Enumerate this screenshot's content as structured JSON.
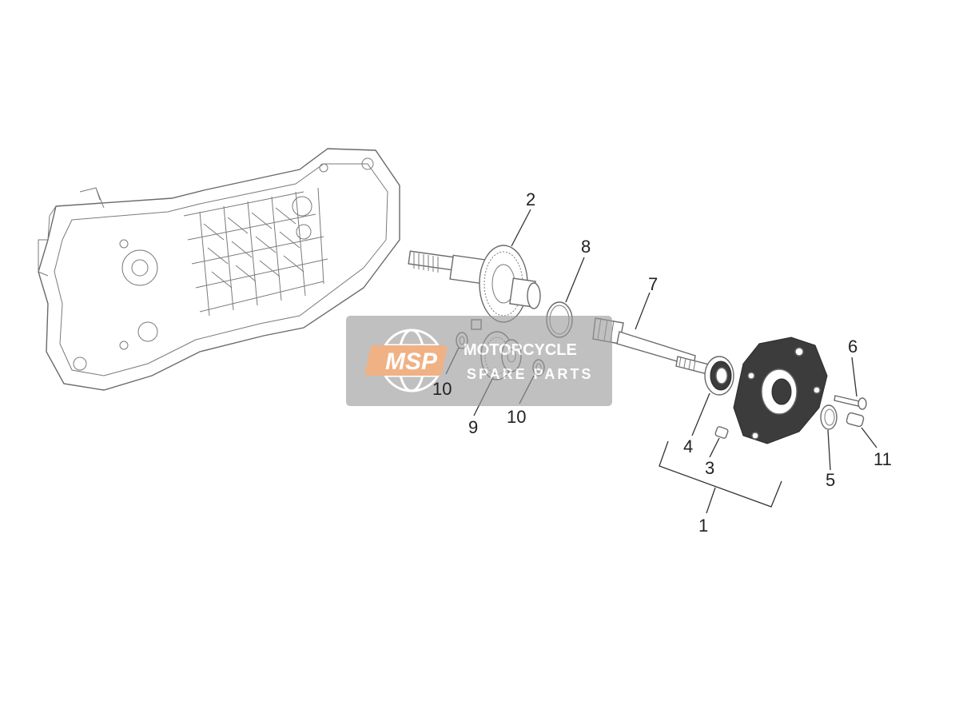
{
  "diagram": {
    "callouts": {
      "c1": "1",
      "c2": "2",
      "c3": "3",
      "c4": "4",
      "c5": "5",
      "c6": "6",
      "c7": "7",
      "c8": "8",
      "c9": "9",
      "c10a": "10",
      "c10b": "10",
      "c11": "11"
    }
  },
  "watermark": {
    "logo": "MSP",
    "line1": "MOTORCYCLE",
    "line2": "SPARE PARTS",
    "colors": {
      "box": "#9a9a9a",
      "logo_accent": "#e8833a"
    }
  },
  "icons": [
    "crankcase-icon",
    "gear-shaft-icon",
    "circlip-icon",
    "washer-icon",
    "bearing-icon",
    "cover-icon",
    "bolt-icon",
    "dowel-pin-icon"
  ]
}
